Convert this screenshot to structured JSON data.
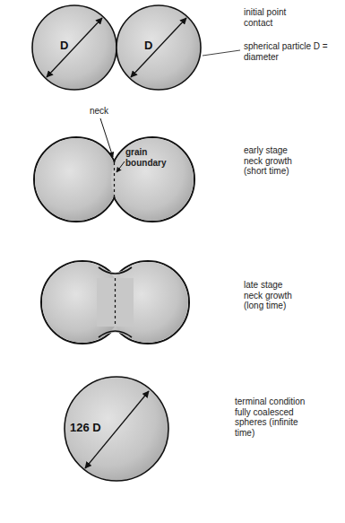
{
  "diagram": {
    "labels": [
      "D",
      "D",
      "initial point contact",
      "spherical particle D = diameter",
      "neck",
      "grain boundary",
      "early stage neck growth (short time)",
      "late stage neck growth (long time)",
      "126 D",
      "terminal condition fully coalesced spheres (infinite time)"
    ]
  }
}
